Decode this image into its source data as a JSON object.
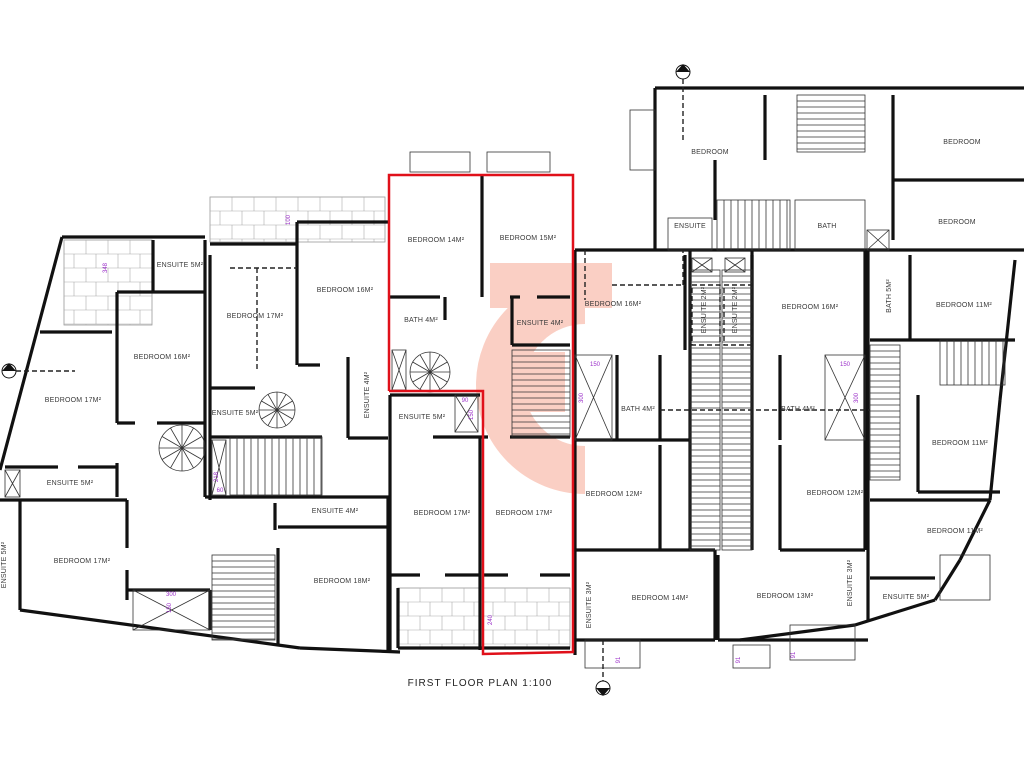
{
  "plan": {
    "title": "FIRST FLOOR PLAN 1:100",
    "highlight_color": "#e0101a",
    "watermark_color": "#f7b9aa"
  },
  "rooms": [
    {
      "label": "ENSUITE 5M²"
    },
    {
      "label": "BEDROOM 17M²"
    },
    {
      "label": "BEDROOM 16M²"
    },
    {
      "label": "BEDROOM 16M²"
    },
    {
      "label": "BEDROOM 17M²"
    },
    {
      "label": "ENSUITE 5M²"
    },
    {
      "label": "ENSUITE 4M²"
    },
    {
      "label": "ENSUITE 5M²"
    },
    {
      "label": "ENSUITE 4M²"
    },
    {
      "label": "BEDROOM 17M²"
    },
    {
      "label": "ENSUITE 5M²"
    },
    {
      "label": "BEDROOM 18M²"
    },
    {
      "label": "BEDROOM 14M²"
    },
    {
      "label": "BEDROOM 15M²"
    },
    {
      "label": "BATH 4M²"
    },
    {
      "label": "ENSUITE 4M²"
    },
    {
      "label": "ENSUITE 5M²"
    },
    {
      "label": "BEDROOM 17M²"
    },
    {
      "label": "BEDROOM 17M²"
    },
    {
      "label": "BEDROOM"
    },
    {
      "label": "BEDROOM"
    },
    {
      "label": "BEDROOM"
    },
    {
      "label": "ENSUITE"
    },
    {
      "label": "BATH"
    },
    {
      "label": "BEDROOM 16M²"
    },
    {
      "label": "ENSUITE 2M²"
    },
    {
      "label": "ENSUITE 2M²"
    },
    {
      "label": "BEDROOM 16M²"
    },
    {
      "label": "BATH 5M²"
    },
    {
      "label": "BEDROOM 11M²"
    },
    {
      "label": "BATH 4M²"
    },
    {
      "label": "BATH 4M²"
    },
    {
      "label": "BEDROOM 11M²"
    },
    {
      "label": "BEDROOM 12M²"
    },
    {
      "label": "BEDROOM 12M²"
    },
    {
      "label": "BEDROOM 11M²"
    },
    {
      "label": "ENSUITE 3M²"
    },
    {
      "label": "BEDROOM 14M²"
    },
    {
      "label": "BEDROOM 13M²"
    },
    {
      "label": "ENSUITE 3M²"
    },
    {
      "label": "ENSUITE 5M²"
    }
  ],
  "dimensions": [
    "348",
    "100",
    "218",
    "60",
    "300",
    "150",
    "90",
    "150",
    "300",
    "150",
    "240",
    "150",
    "300",
    "91",
    "91",
    "91"
  ]
}
